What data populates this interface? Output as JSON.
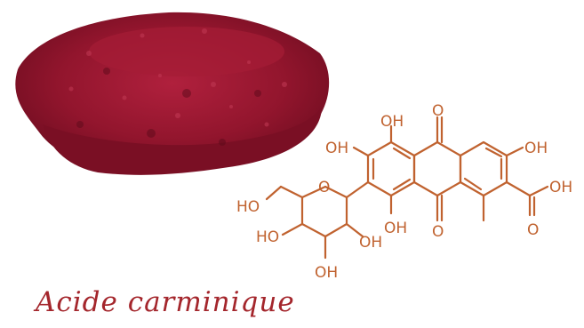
{
  "colors": {
    "powder": "#9c1830",
    "powder_dark": "#6e0d20",
    "powder_light": "#c23a55",
    "structure": "#c0622f",
    "caption": "#a4262c"
  },
  "molecule": {
    "oh_top_left_ring": "OH",
    "oh_top": "OH",
    "o_ketone_top": "O",
    "oh_right": "OH",
    "oh_acid": "OH",
    "o_acid": "O",
    "oh_bottom_center": "OH",
    "o_ketone_bottom": "O",
    "ho_chain": "HO",
    "o_ring": "O",
    "ho_sugar": "HO",
    "oh_sugar_right": "OH",
    "oh_sugar_bottom": "OH"
  },
  "caption": "Acide carminique"
}
